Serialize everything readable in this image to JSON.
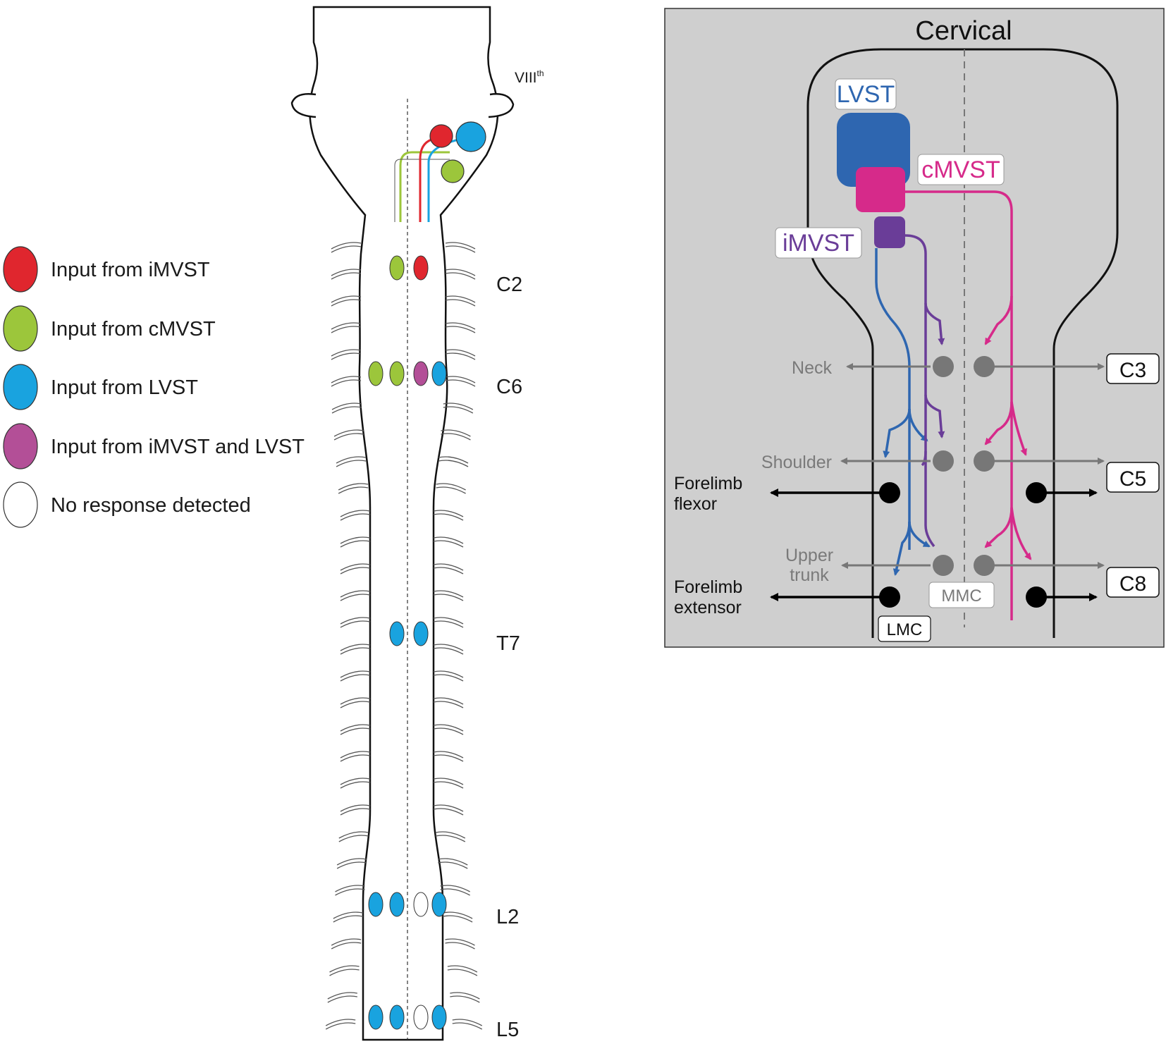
{
  "colors": {
    "imvst_input": "#e0262e",
    "cmvst_input": "#9cc63b",
    "lvst_input": "#19a3df",
    "imvst_lvst_input": "#b34f97",
    "no_response": "#ffffff",
    "lvst_tract": "#2e66b0",
    "cmvst_tract": "#d62a8a",
    "imvst_tract": "#6a3d98",
    "mmc_neuron": "#777777",
    "lmc_neuron": "#000000",
    "panel_bg": "#cfcfcf"
  },
  "cord_diagram": {
    "nerve_label": "VIII",
    "nerve_label_sup": "th",
    "segments": [
      {
        "label": "C2",
        "dots": [
          "cmvst",
          "imvst"
        ]
      },
      {
        "label": "C6",
        "dots": [
          "cmvst",
          "cmvst",
          "imvst_lvst",
          "lvst"
        ]
      },
      {
        "label": "T7",
        "dots": [
          "lvst",
          "lvst"
        ]
      },
      {
        "label": "L2",
        "dots": [
          "lvst",
          "lvst",
          "none",
          "lvst"
        ]
      },
      {
        "label": "L5",
        "dots": [
          "lvst",
          "lvst",
          "none",
          "lvst"
        ]
      }
    ]
  },
  "legend": [
    {
      "label": "Input from iMVST",
      "key": "imvst_input"
    },
    {
      "label": "Input from cMVST",
      "key": "cmvst_input"
    },
    {
      "label": "Input from LVST",
      "key": "lvst_input"
    },
    {
      "label": "Input from iMVST and LVST",
      "key": "imvst_lvst_input"
    },
    {
      "label": "No response detected",
      "key": "no_response"
    }
  ],
  "cervical_panel": {
    "title": "Cervical",
    "tracts": {
      "lvst": "LVST",
      "cmvst": "cMVST",
      "imvst": "iMVST"
    },
    "muscle_targets": {
      "neck": "Neck",
      "shoulder": "Shoulder",
      "upper_trunk_1": "Upper",
      "upper_trunk_2": "trunk",
      "forelimb_flexor_1": "Forelimb",
      "forelimb_flexor_2": "flexor",
      "forelimb_extensor_1": "Forelimb",
      "forelimb_extensor_2": "extensor"
    },
    "segment_labels": {
      "c3": "C3",
      "c5": "C5",
      "c8": "C8"
    },
    "column_labels": {
      "mmc": "MMC",
      "lmc": "LMC"
    }
  }
}
